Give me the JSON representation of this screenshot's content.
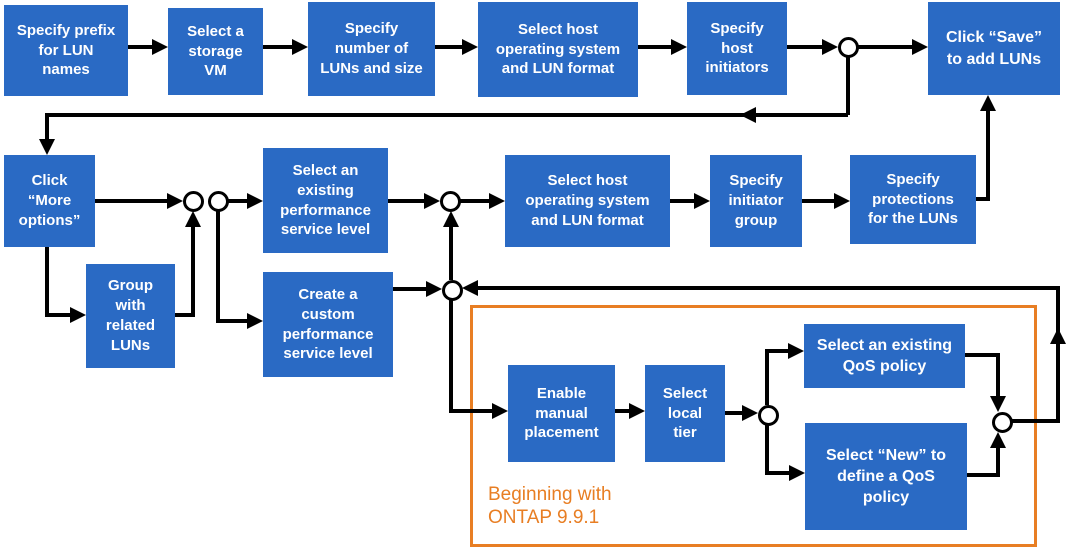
{
  "diagram": {
    "description": "Add LUNs workflow flowchart",
    "colors": {
      "box_fill": "#2a6ac4",
      "box_text": "#ffffff",
      "connector": "#000000",
      "accent_orange": "#e87e23",
      "background": "#ffffff"
    },
    "nodes": {
      "specify_prefix": "Specify prefix\nfor LUN\nnames",
      "select_storage_vm": "Select a\nstorage\nVM",
      "specify_number": "Specify\nnumber of\nLUNs and size",
      "select_host_os_top": "Select host\noperating system\nand LUN format",
      "specify_host_initiators": "Specify\nhost\ninitiators",
      "click_save": "Click “Save”\nto add LUNs",
      "click_more_options": "Click\n“More\noptions”",
      "select_existing_psl": "Select an\nexisting\nperformance\nservice level",
      "select_host_os_mid": "Select host\noperating system\nand LUN format",
      "specify_initiator_group": "Specify\ninitiator\ngroup",
      "specify_protections": "Specify\nprotections\nfor the LUNs",
      "group_related_luns": "Group\nwith\nrelated\nLUNs",
      "create_custom_psl": "Create a\ncustom\nperformance\nservice level",
      "enable_manual_placement": "Enable\nmanual\nplacement",
      "select_local_tier": "Select\nlocal\ntier",
      "select_existing_qos": "Select an existing\nQoS policy",
      "select_new_qos": "Select “New” to\ndefine a  QoS\npolicy"
    },
    "annotation": "Beginning  with\nONTAP 9.9.1"
  }
}
